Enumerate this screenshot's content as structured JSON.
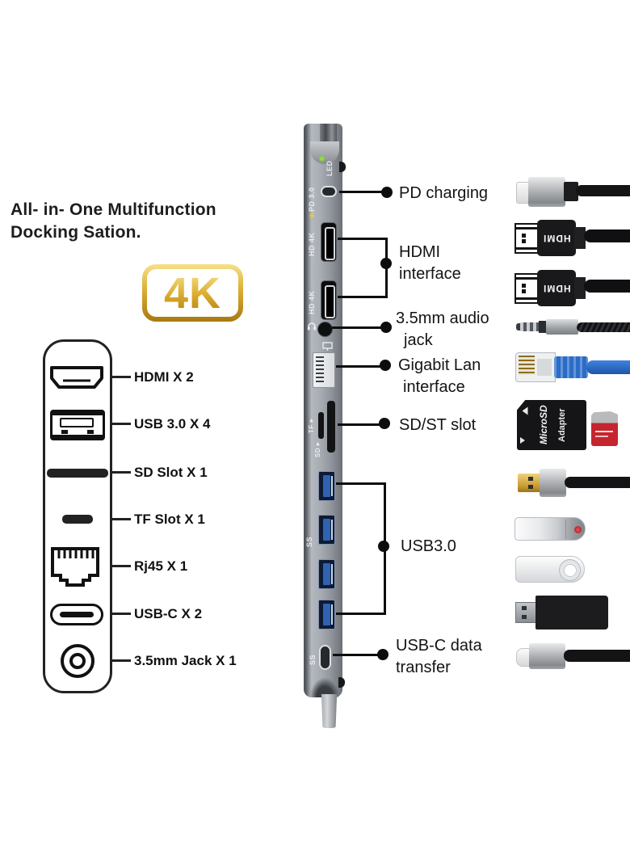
{
  "title": {
    "line1": "All- in- One Multifunction",
    "line2": "Docking Sation."
  },
  "badge": {
    "label": "4K"
  },
  "left_panel": {
    "items": [
      {
        "label": "HDMI X 2"
      },
      {
        "label": "USB 3.0 X 4"
      },
      {
        "label": "SD Slot X 1"
      },
      {
        "label": "TF Slot X 1"
      },
      {
        "label": "Rj45 X 1"
      },
      {
        "label": "USB-C X 2"
      },
      {
        "label": "3.5mm Jack X 1"
      }
    ]
  },
  "dock": {
    "led": "LED",
    "pd": "PD 3.0",
    "pd_bolt": "⚡",
    "hdmi1": "HD 4K",
    "hdmi2": "HD 4K",
    "tf": "TF▾",
    "sd": "SD▾",
    "ss_usb": "SS",
    "ss_typec": "SS"
  },
  "callouts": {
    "pd": {
      "label": "PD charging"
    },
    "hdmi": {
      "line1": "HDMI",
      "line2": "interface"
    },
    "audio": {
      "line1": "3.5mm audio",
      "line2": "jack"
    },
    "lan": {
      "line1": "Gigabit Lan",
      "line2": "interface"
    },
    "sd": {
      "label": "SD/ST slot"
    },
    "usb": {
      "label": "USB3.0"
    },
    "usbc": {
      "line1": "USB-C data",
      "line2": "transfer"
    }
  },
  "accessories": {
    "hdmi_cable_text": "HDMI",
    "microsd_line1": "MicroSD",
    "microsd_line2": "Adapter"
  },
  "colors": {
    "gold": "#c9991f",
    "usb-blue": "#2f63b2",
    "ethernet-blue": "#2a6cc8",
    "microsd-red": "#c5252e",
    "led-green": "#8ce32a"
  }
}
